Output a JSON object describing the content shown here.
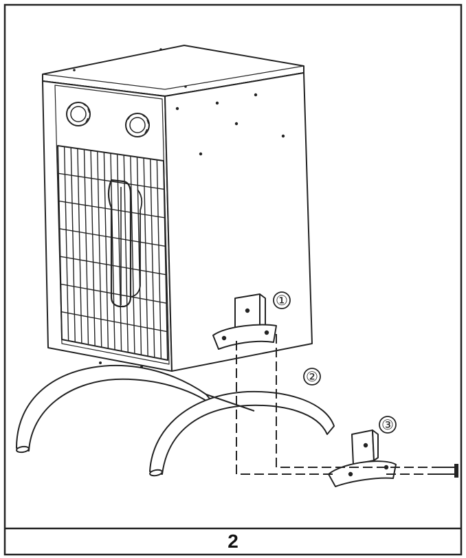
{
  "figure": {
    "callouts": [
      {
        "label": "①"
      },
      {
        "label": "②"
      },
      {
        "label": "③"
      }
    ],
    "caption": "2"
  },
  "colors": {
    "ink": "#222222",
    "background": "#ffffff"
  },
  "icons": [
    "fan-heater-illustration",
    "control-knob-icon",
    "grille-icon",
    "tube-stand-icon",
    "mounting-bracket-icon",
    "screw-icon"
  ]
}
